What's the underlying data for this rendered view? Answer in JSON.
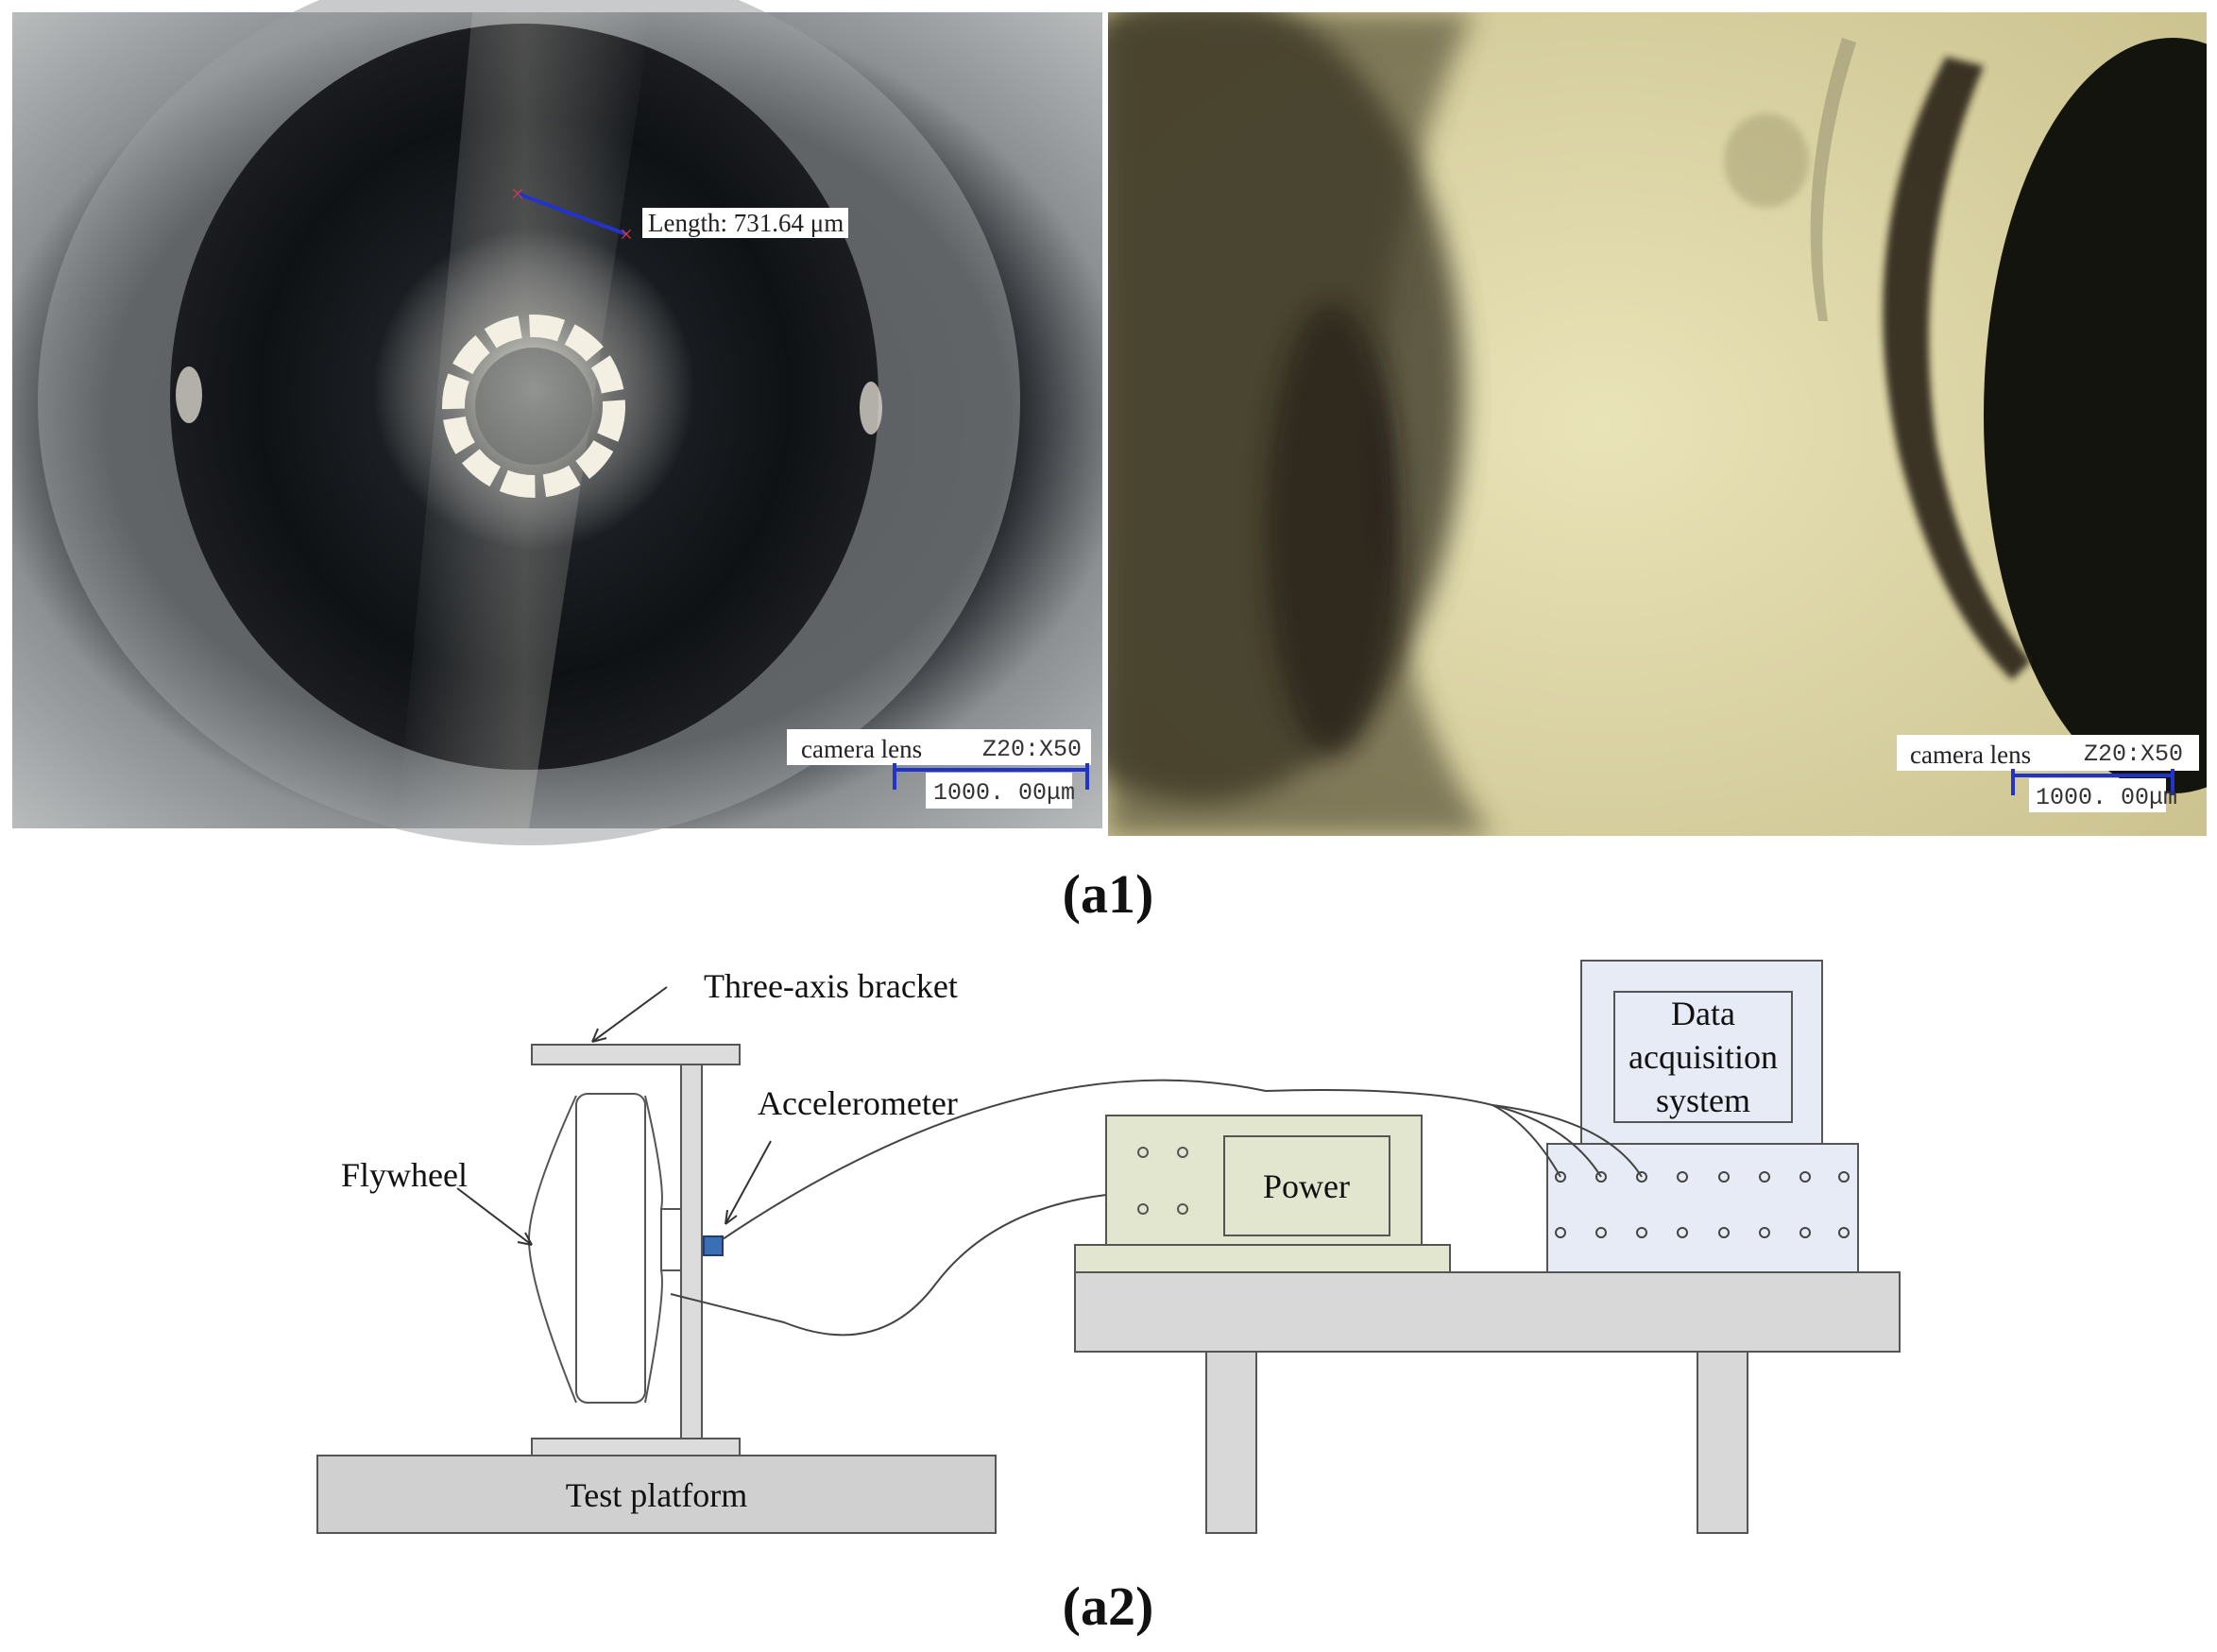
{
  "panel_a1": {
    "label": "(a1)",
    "left_photo": {
      "measurement": "Length: 731.64 μm",
      "scalebar_title": "camera lens",
      "scalebar_zoom": "Z20:X50",
      "scalebar_value": "1000. 00μm"
    },
    "right_photo": {
      "scalebar_title": "camera lens",
      "scalebar_zoom": "Z20:X50",
      "scalebar_value": "1000. 00μm"
    }
  },
  "panel_a2": {
    "label": "(a2)",
    "labels": {
      "three_axis_bracket": "Three-axis bracket",
      "accelerometer": "Accelerometer",
      "flywheel": "Flywheel",
      "power": "Power",
      "daq_line1": "Data",
      "daq_line2": "acquisition",
      "daq_line3": "system",
      "test_platform": "Test platform"
    },
    "colors": {
      "accelerometer": "#3a6fb5",
      "power_box": "#e3e6cf",
      "daq_box": "#e6ebf5",
      "gray_fill": "#d8d8d8"
    }
  }
}
